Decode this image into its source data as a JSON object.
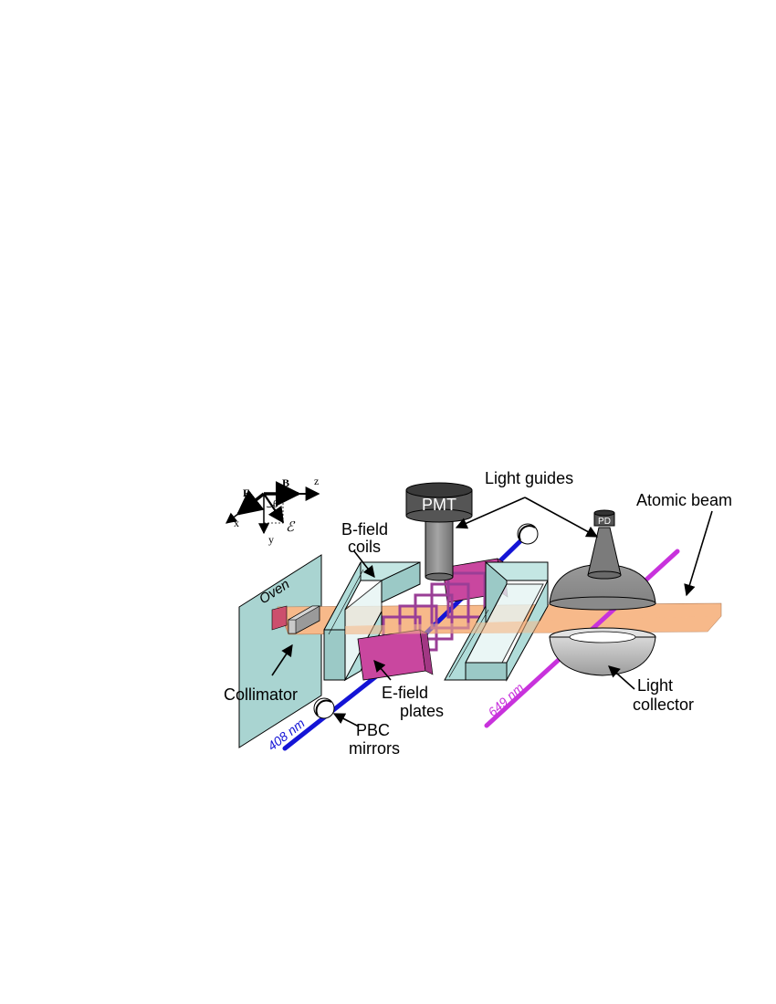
{
  "labels": {
    "light_guides": "Light guides",
    "atomic_beam": "Atomic beam",
    "b_field": "B-field",
    "coils": "coils",
    "oven": "Oven",
    "collimator": "Collimator",
    "e_field": "E-field",
    "plates": "plates",
    "pbc": "PBC",
    "mirrors": "mirrors",
    "light": "Light",
    "collector": "collector",
    "pmt": "PMT",
    "pd": "PD",
    "laser_blue": "408 nm",
    "laser_red": "649 nm"
  },
  "axes": {
    "E": "E",
    "B": "B",
    "z": "z",
    "x": "x",
    "y": "y",
    "theta": "θ",
    "eps": "ℰ"
  },
  "colors": {
    "oven_panel": "#a9d4d1",
    "coil_frame": "#b0dcd9",
    "atomic_beam": "#f7b98a",
    "e_plate": "#c9479f",
    "coil_wire": "#9a3e96",
    "laser_blue": "#1414d6",
    "laser_red": "#c832dc",
    "pmt_gray": "#8e8e8e",
    "collector_gray": "#a6a6a6"
  }
}
